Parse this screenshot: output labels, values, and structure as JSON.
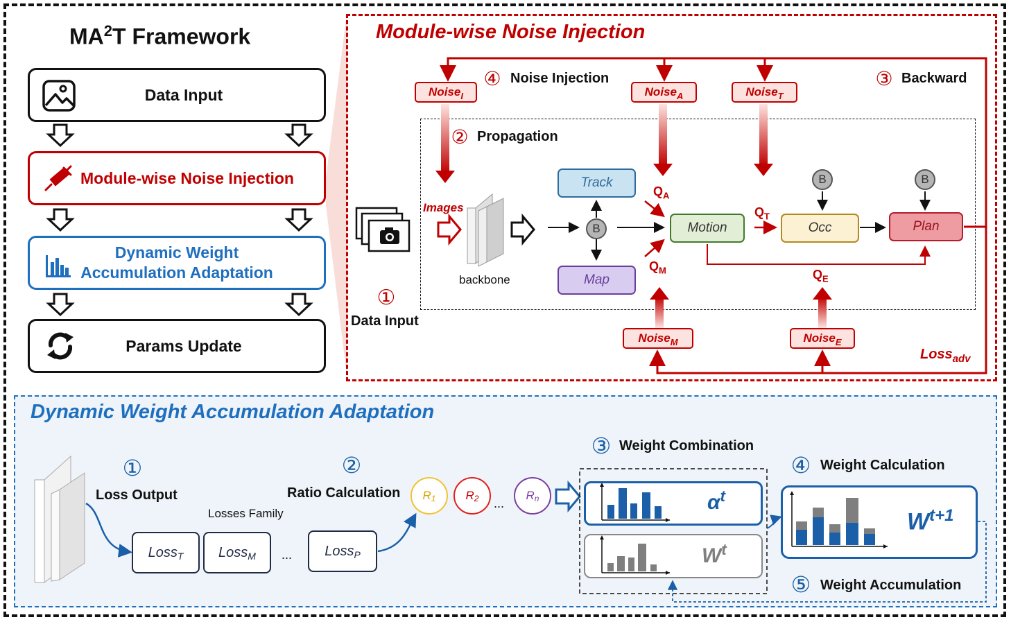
{
  "framework": {
    "title": "MA²T Framework",
    "steps": {
      "data_input": "Data Input",
      "noise_injection": "Module-wise Noise Injection",
      "dwa_line1": "Dynamic Weight",
      "dwa_line2": "Accumulation Adaptation",
      "params_update": "Params Update"
    }
  },
  "mni": {
    "title": "Module-wise Noise Injection",
    "labels": {
      "noise_injection": "Noise Injection",
      "backward": "Backward",
      "propagation": "Propagation",
      "data_input": "Data Input",
      "images": "Images",
      "backbone": "backbone",
      "loss_adv": "Loss",
      "loss_adv_sub": "adv"
    },
    "step_numbers": {
      "n1": "①",
      "n2": "②",
      "n3": "③",
      "n4": "④"
    },
    "noises": [
      {
        "base": "Noise",
        "sub": "I"
      },
      {
        "base": "Noise",
        "sub": "A"
      },
      {
        "base": "Noise",
        "sub": "T"
      },
      {
        "base": "Noise",
        "sub": "M"
      },
      {
        "base": "Noise",
        "sub": "E"
      }
    ],
    "modules": {
      "track": "Track",
      "map": "Map",
      "motion": "Motion",
      "occ": "Occ",
      "plan": "Plan"
    },
    "bev_symbol": "B",
    "queries": [
      {
        "base": "Q",
        "sub": "A"
      },
      {
        "base": "Q",
        "sub": "M"
      },
      {
        "base": "Q",
        "sub": "T"
      },
      {
        "base": "Q",
        "sub": "E"
      }
    ]
  },
  "dwa": {
    "title": "Dynamic Weight Accumulation Adaptation",
    "labels": {
      "loss_output": "Loss Output",
      "ratio_calculation": "Ratio Calculation",
      "weight_combination": "Weight Combination",
      "weight_calculation": "Weight Calculation",
      "weight_accumulation": "Weight Accumulation",
      "losses_family": "Losses Family",
      "ellipsis": "..."
    },
    "step_numbers": {
      "n1": "①",
      "n2": "②",
      "n3": "③",
      "n4": "④",
      "n5": "⑤"
    },
    "losses": [
      {
        "base": "Loss",
        "sub": "T"
      },
      {
        "base": "Loss",
        "sub": "M"
      },
      {
        "base": "Loss",
        "sub": "P"
      }
    ],
    "ratios": [
      {
        "base": "R",
        "sub": "1"
      },
      {
        "base": "R",
        "sub": "2"
      },
      {
        "base": "R",
        "sub": "n"
      }
    ],
    "alpha": {
      "base": "α",
      "sup": "t"
    },
    "w_t": {
      "base": "W",
      "sup": "t"
    },
    "w_t1": {
      "base": "W",
      "sup": "t+1"
    }
  },
  "colors": {
    "red": "#c00000",
    "blue": "#1f6fbf",
    "dark_blue": "#1a5fa8",
    "panel_bg": "#eef4f9"
  },
  "icons": [
    "image-icon",
    "syringe-icon",
    "bar-chart-icon",
    "refresh-icon",
    "camera-icon"
  ]
}
